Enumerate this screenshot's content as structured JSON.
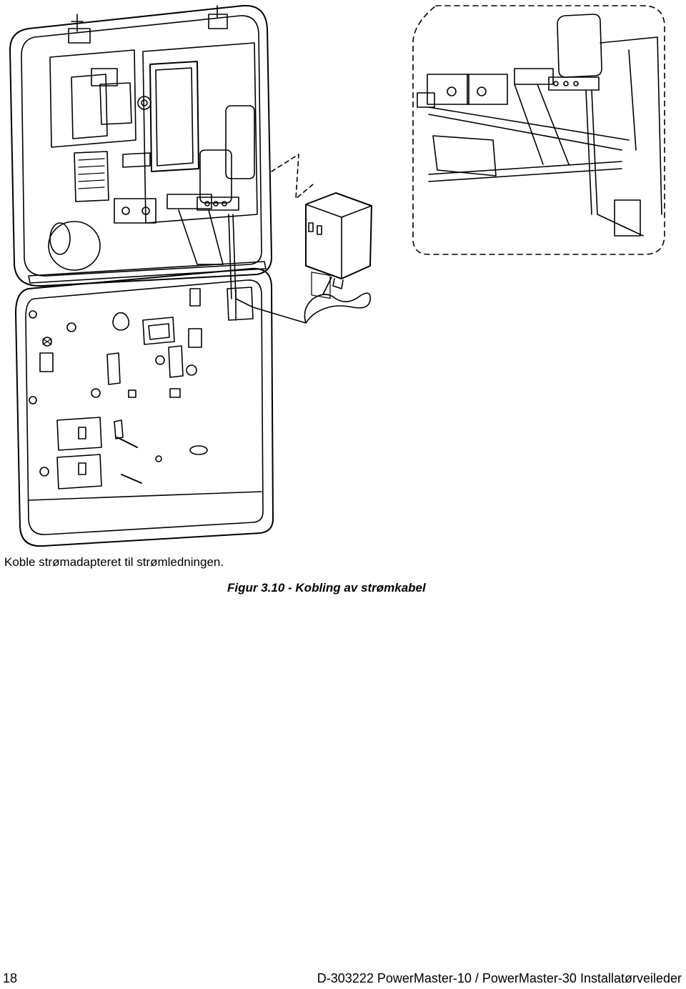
{
  "document": {
    "instruction": "Koble strømadapteret til strømledningen.",
    "figure_caption": "Figur 3.10 - Kobling av strømkabel",
    "page_number": "18",
    "footer_title": "D-303222 PowerMaster-10 / PowerMaster-30 Installatørveileder"
  },
  "illustration": {
    "line_color": "#000000",
    "background": "#ffffff",
    "callout_style": "dashed"
  }
}
